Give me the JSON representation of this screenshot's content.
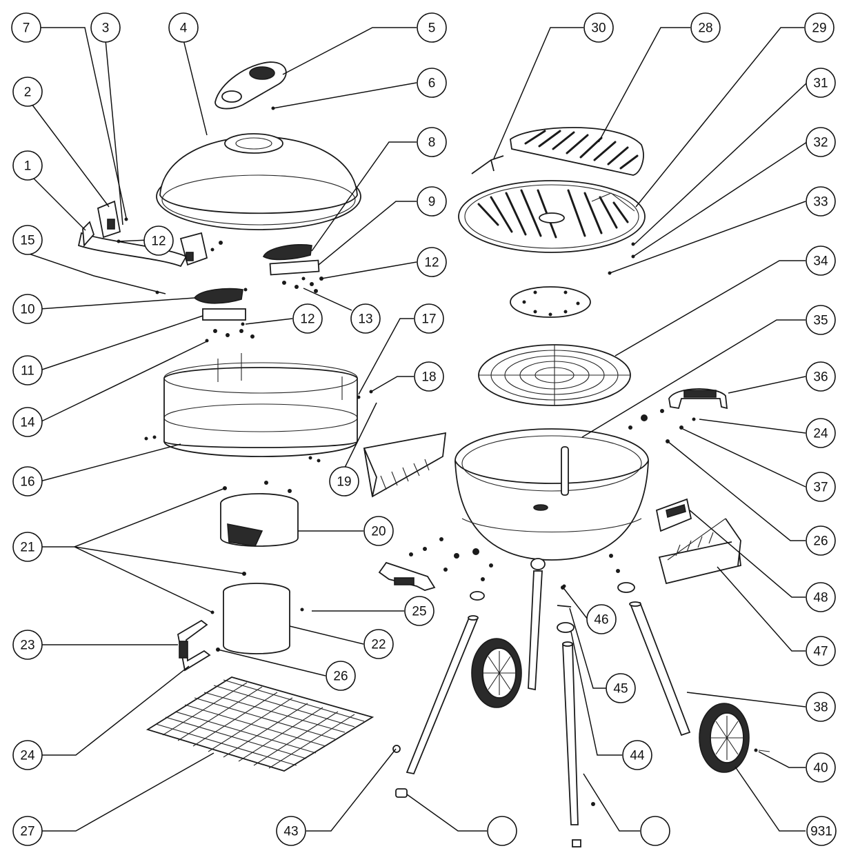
{
  "callouts": [
    {
      "id": "7",
      "label": "7"
    },
    {
      "id": "3",
      "label": "3"
    },
    {
      "id": "4",
      "label": "4"
    },
    {
      "id": "5",
      "label": "5"
    },
    {
      "id": "6",
      "label": "6"
    },
    {
      "id": "2",
      "label": "2"
    },
    {
      "id": "1",
      "label": "1"
    },
    {
      "id": "12a",
      "label": "12"
    },
    {
      "id": "15",
      "label": "15"
    },
    {
      "id": "8",
      "label": "8"
    },
    {
      "id": "9",
      "label": "9"
    },
    {
      "id": "12b",
      "label": "12"
    },
    {
      "id": "10",
      "label": "10"
    },
    {
      "id": "13",
      "label": "13"
    },
    {
      "id": "11",
      "label": "11"
    },
    {
      "id": "12c",
      "label": "12"
    },
    {
      "id": "17",
      "label": "17"
    },
    {
      "id": "14",
      "label": "14"
    },
    {
      "id": "18",
      "label": "18"
    },
    {
      "id": "16",
      "label": "16"
    },
    {
      "id": "19",
      "label": "19"
    },
    {
      "id": "20",
      "label": "20"
    },
    {
      "id": "21",
      "label": "21"
    },
    {
      "id": "25",
      "label": "25"
    },
    {
      "id": "22",
      "label": "22"
    },
    {
      "id": "23",
      "label": "23"
    },
    {
      "id": "26a",
      "label": "26"
    },
    {
      "id": "24a",
      "label": "24"
    },
    {
      "id": "27",
      "label": "27"
    },
    {
      "id": "43",
      "label": "43"
    },
    {
      "id": "blank1",
      "label": ""
    },
    {
      "id": "blank2",
      "label": ""
    },
    {
      "id": "30",
      "label": "30"
    },
    {
      "id": "28",
      "label": "28"
    },
    {
      "id": "29",
      "label": "29"
    },
    {
      "id": "31",
      "label": "31"
    },
    {
      "id": "32",
      "label": "32"
    },
    {
      "id": "33",
      "label": "33"
    },
    {
      "id": "34",
      "label": "34"
    },
    {
      "id": "35",
      "label": "35"
    },
    {
      "id": "36",
      "label": "36"
    },
    {
      "id": "24b",
      "label": "24"
    },
    {
      "id": "37",
      "label": "37"
    },
    {
      "id": "26b",
      "label": "26"
    },
    {
      "id": "48",
      "label": "48"
    },
    {
      "id": "47",
      "label": "47"
    },
    {
      "id": "46",
      "label": "46"
    },
    {
      "id": "45",
      "label": "45"
    },
    {
      "id": "38",
      "label": "38"
    },
    {
      "id": "44",
      "label": "44"
    },
    {
      "id": "40",
      "label": "40"
    },
    {
      "id": "931",
      "label": "931"
    }
  ]
}
